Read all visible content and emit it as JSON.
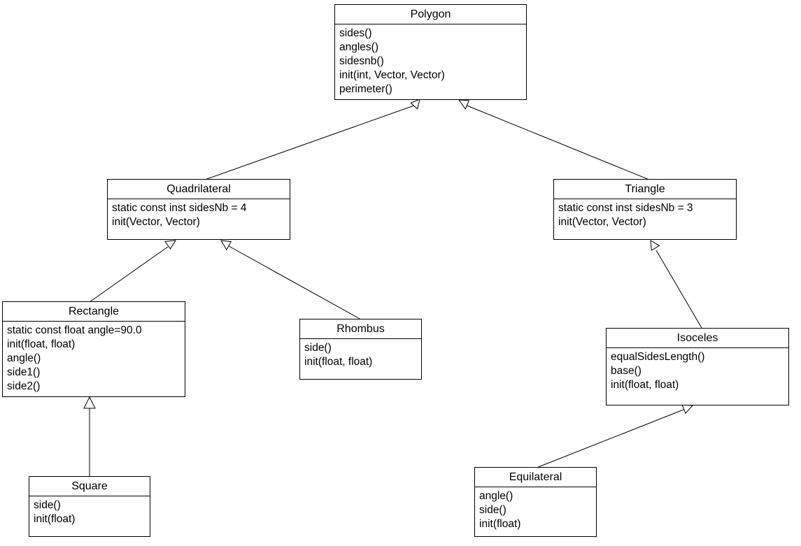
{
  "diagram": {
    "classes": {
      "polygon": {
        "name": "Polygon",
        "members": [
          "sides()",
          "angles()",
          "sidesnb()",
          "init(int, Vector, Vector)",
          "perimeter()"
        ]
      },
      "quadrilateral": {
        "name": "Quadrilateral",
        "members": [
          "static const inst sidesNb = 4",
          "init(Vector, Vector)"
        ]
      },
      "triangle": {
        "name": "Triangle",
        "members": [
          "static const inst sidesNb = 3",
          "init(Vector, Vector)"
        ]
      },
      "rectangle": {
        "name": "Rectangle",
        "members": [
          "static const float angle=90.0",
          "init(float, float)",
          "angle()",
          "side1()",
          "side2()"
        ]
      },
      "rhombus": {
        "name": "Rhombus",
        "members": [
          "side()",
          "init(float, float)"
        ]
      },
      "isoceles": {
        "name": "Isoceles",
        "members": [
          "equalSidesLength()",
          "base()",
          "init(float, float)"
        ]
      },
      "square": {
        "name": "Square",
        "members": [
          "side()",
          "init(float)"
        ]
      },
      "equilateral": {
        "name": "Equilateral",
        "members": [
          "angle()",
          "side()",
          "init(float)"
        ]
      }
    },
    "relations": [
      {
        "child": "Quadrilateral",
        "parent": "Polygon",
        "type": "generalization"
      },
      {
        "child": "Triangle",
        "parent": "Polygon",
        "type": "generalization"
      },
      {
        "child": "Rectangle",
        "parent": "Quadrilateral",
        "type": "generalization"
      },
      {
        "child": "Rhombus",
        "parent": "Quadrilateral",
        "type": "generalization"
      },
      {
        "child": "Isoceles",
        "parent": "Triangle",
        "type": "generalization"
      },
      {
        "child": "Square",
        "parent": "Rectangle",
        "type": "generalization"
      },
      {
        "child": "Equilateral",
        "parent": "Isoceles",
        "type": "generalization"
      }
    ]
  }
}
